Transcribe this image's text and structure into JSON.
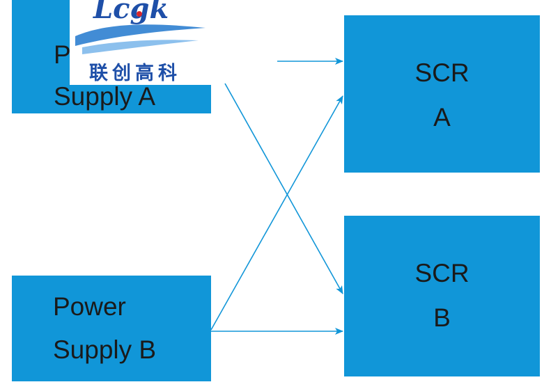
{
  "logo": {
    "text": "Lcgk",
    "subtitle": "联创高科",
    "colors": {
      "wordmark": "#1e4fa8",
      "accent": "#d8262b",
      "swoosh": "#2e7fd0"
    }
  },
  "nodes": {
    "power_supply_a": {
      "line1": "Power",
      "line2": "Supply A"
    },
    "power_supply_b": {
      "line1": "Power",
      "line2": "Supply B"
    },
    "scr_a": {
      "line1": "SCR",
      "line2": "A"
    },
    "scr_b": {
      "line1": "SCR",
      "line2": "B"
    }
  },
  "connections": [
    {
      "from": "power_supply_a",
      "to": "scr_a"
    },
    {
      "from": "power_supply_a",
      "to": "scr_b"
    },
    {
      "from": "power_supply_b",
      "to": "scr_a"
    },
    {
      "from": "power_supply_b",
      "to": "scr_b"
    }
  ],
  "colors": {
    "box": "#1196d8",
    "wire": "#1196d8",
    "text": "#1a1a1a"
  }
}
